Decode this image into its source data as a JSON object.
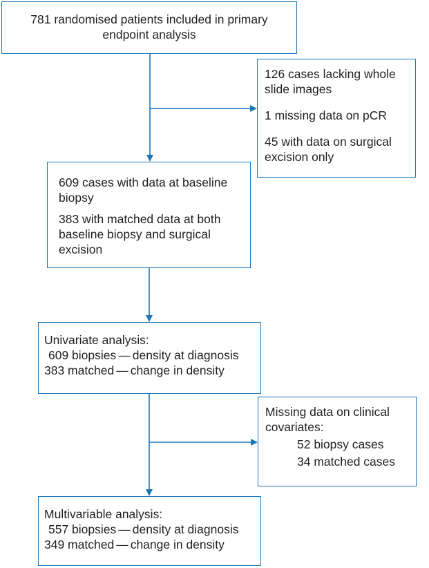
{
  "start": {
    "line1": "781 randomised patients included in primary",
    "line2": "endpoint analysis"
  },
  "exclusion1": {
    "item1_line1": "126 cases lacking whole",
    "item1_line2": "slide images",
    "item2": "1 missing data on pCR",
    "item3_line1": "45 with data on surgical",
    "item3_line2": "excision only"
  },
  "cohort": {
    "item1_line1": "609 cases with data at baseline",
    "item1_line2": "biopsy",
    "item2_line1": "383 with matched data at both",
    "item2_line2": "baseline biopsy and surgical",
    "item2_line3": "excision"
  },
  "univariate": {
    "title": "Univariate analysis:",
    "rows": [
      {
        "count": "609 biopsies",
        "dash": "—",
        "desc": "density at diagnosis"
      },
      {
        "count": "383 matched",
        "dash": "—",
        "desc": "change in density"
      }
    ]
  },
  "exclusion2": {
    "title_line1": "Missing data on clinical",
    "title_line2": "covariates:",
    "item1": "52 biopsy cases",
    "item2": "34 matched cases"
  },
  "multivariable": {
    "title": "Multivariable analysis:",
    "rows": [
      {
        "count": "557 biopsies",
        "dash": "—",
        "desc": "density at diagnosis"
      },
      {
        "count": "349 matched",
        "dash": "—",
        "desc": "change in density"
      }
    ]
  },
  "colors": {
    "line": "#1b75bb",
    "text": "#231f20"
  }
}
